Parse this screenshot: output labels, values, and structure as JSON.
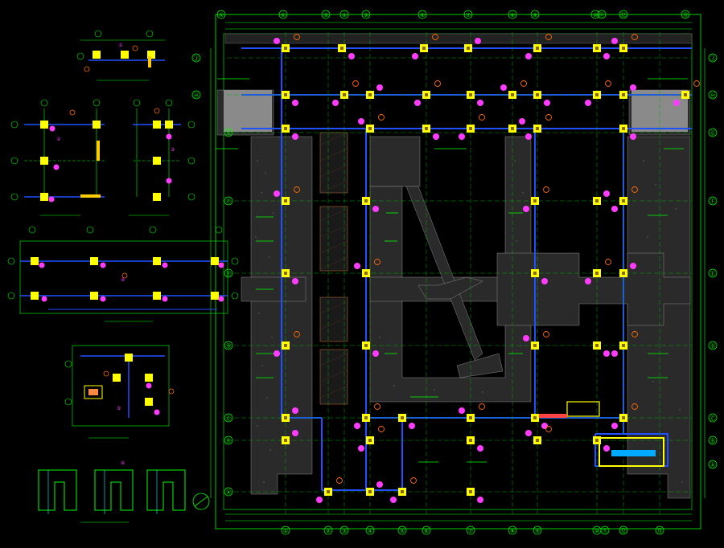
{
  "drawing": {
    "background": "#000000",
    "colors": {
      "frame": "#00ff00",
      "dim": "#00ff00",
      "wall": "#2050ff",
      "slab": "#2a2a2a",
      "slab_dots": "#555555",
      "column": "#ffff00",
      "column_core": "#ffcc00",
      "tag": "#ff3cff",
      "mark": "#ff6a00",
      "text": "#ffffff",
      "hatch": "#553322"
    },
    "main_plan": {
      "grid_top_labels": [
        "①",
        "②",
        "③",
        "④",
        "⑤",
        "⑥",
        "⑦",
        "⑧",
        "⑨",
        "⑩",
        "⑪",
        "⑫",
        "⑬"
      ],
      "grid_bottom_labels": [
        "①",
        "②",
        "③",
        "④",
        "⑤",
        "⑥",
        "⑦",
        "⑧",
        "⑨",
        "⑩",
        "⑪",
        "⑫",
        "⑬"
      ],
      "grid_left_labels": [
        "Ⓐ",
        "Ⓑ",
        "Ⓒ",
        "Ⓓ",
        "Ⓔ",
        "Ⓕ",
        "Ⓖ",
        "Ⓗ",
        "Ⓙ"
      ],
      "grid_right_labels": [
        "Ⓐ",
        "Ⓑ",
        "Ⓒ",
        "Ⓓ",
        "Ⓔ",
        "Ⓕ",
        "Ⓖ",
        "Ⓗ",
        "Ⓙ"
      ]
    },
    "details": {
      "tag_a": "①",
      "tag_b": "②",
      "tag_c": "③",
      "tag_d": "④",
      "tag_e": "⑤",
      "tag_f": "⑥"
    }
  }
}
